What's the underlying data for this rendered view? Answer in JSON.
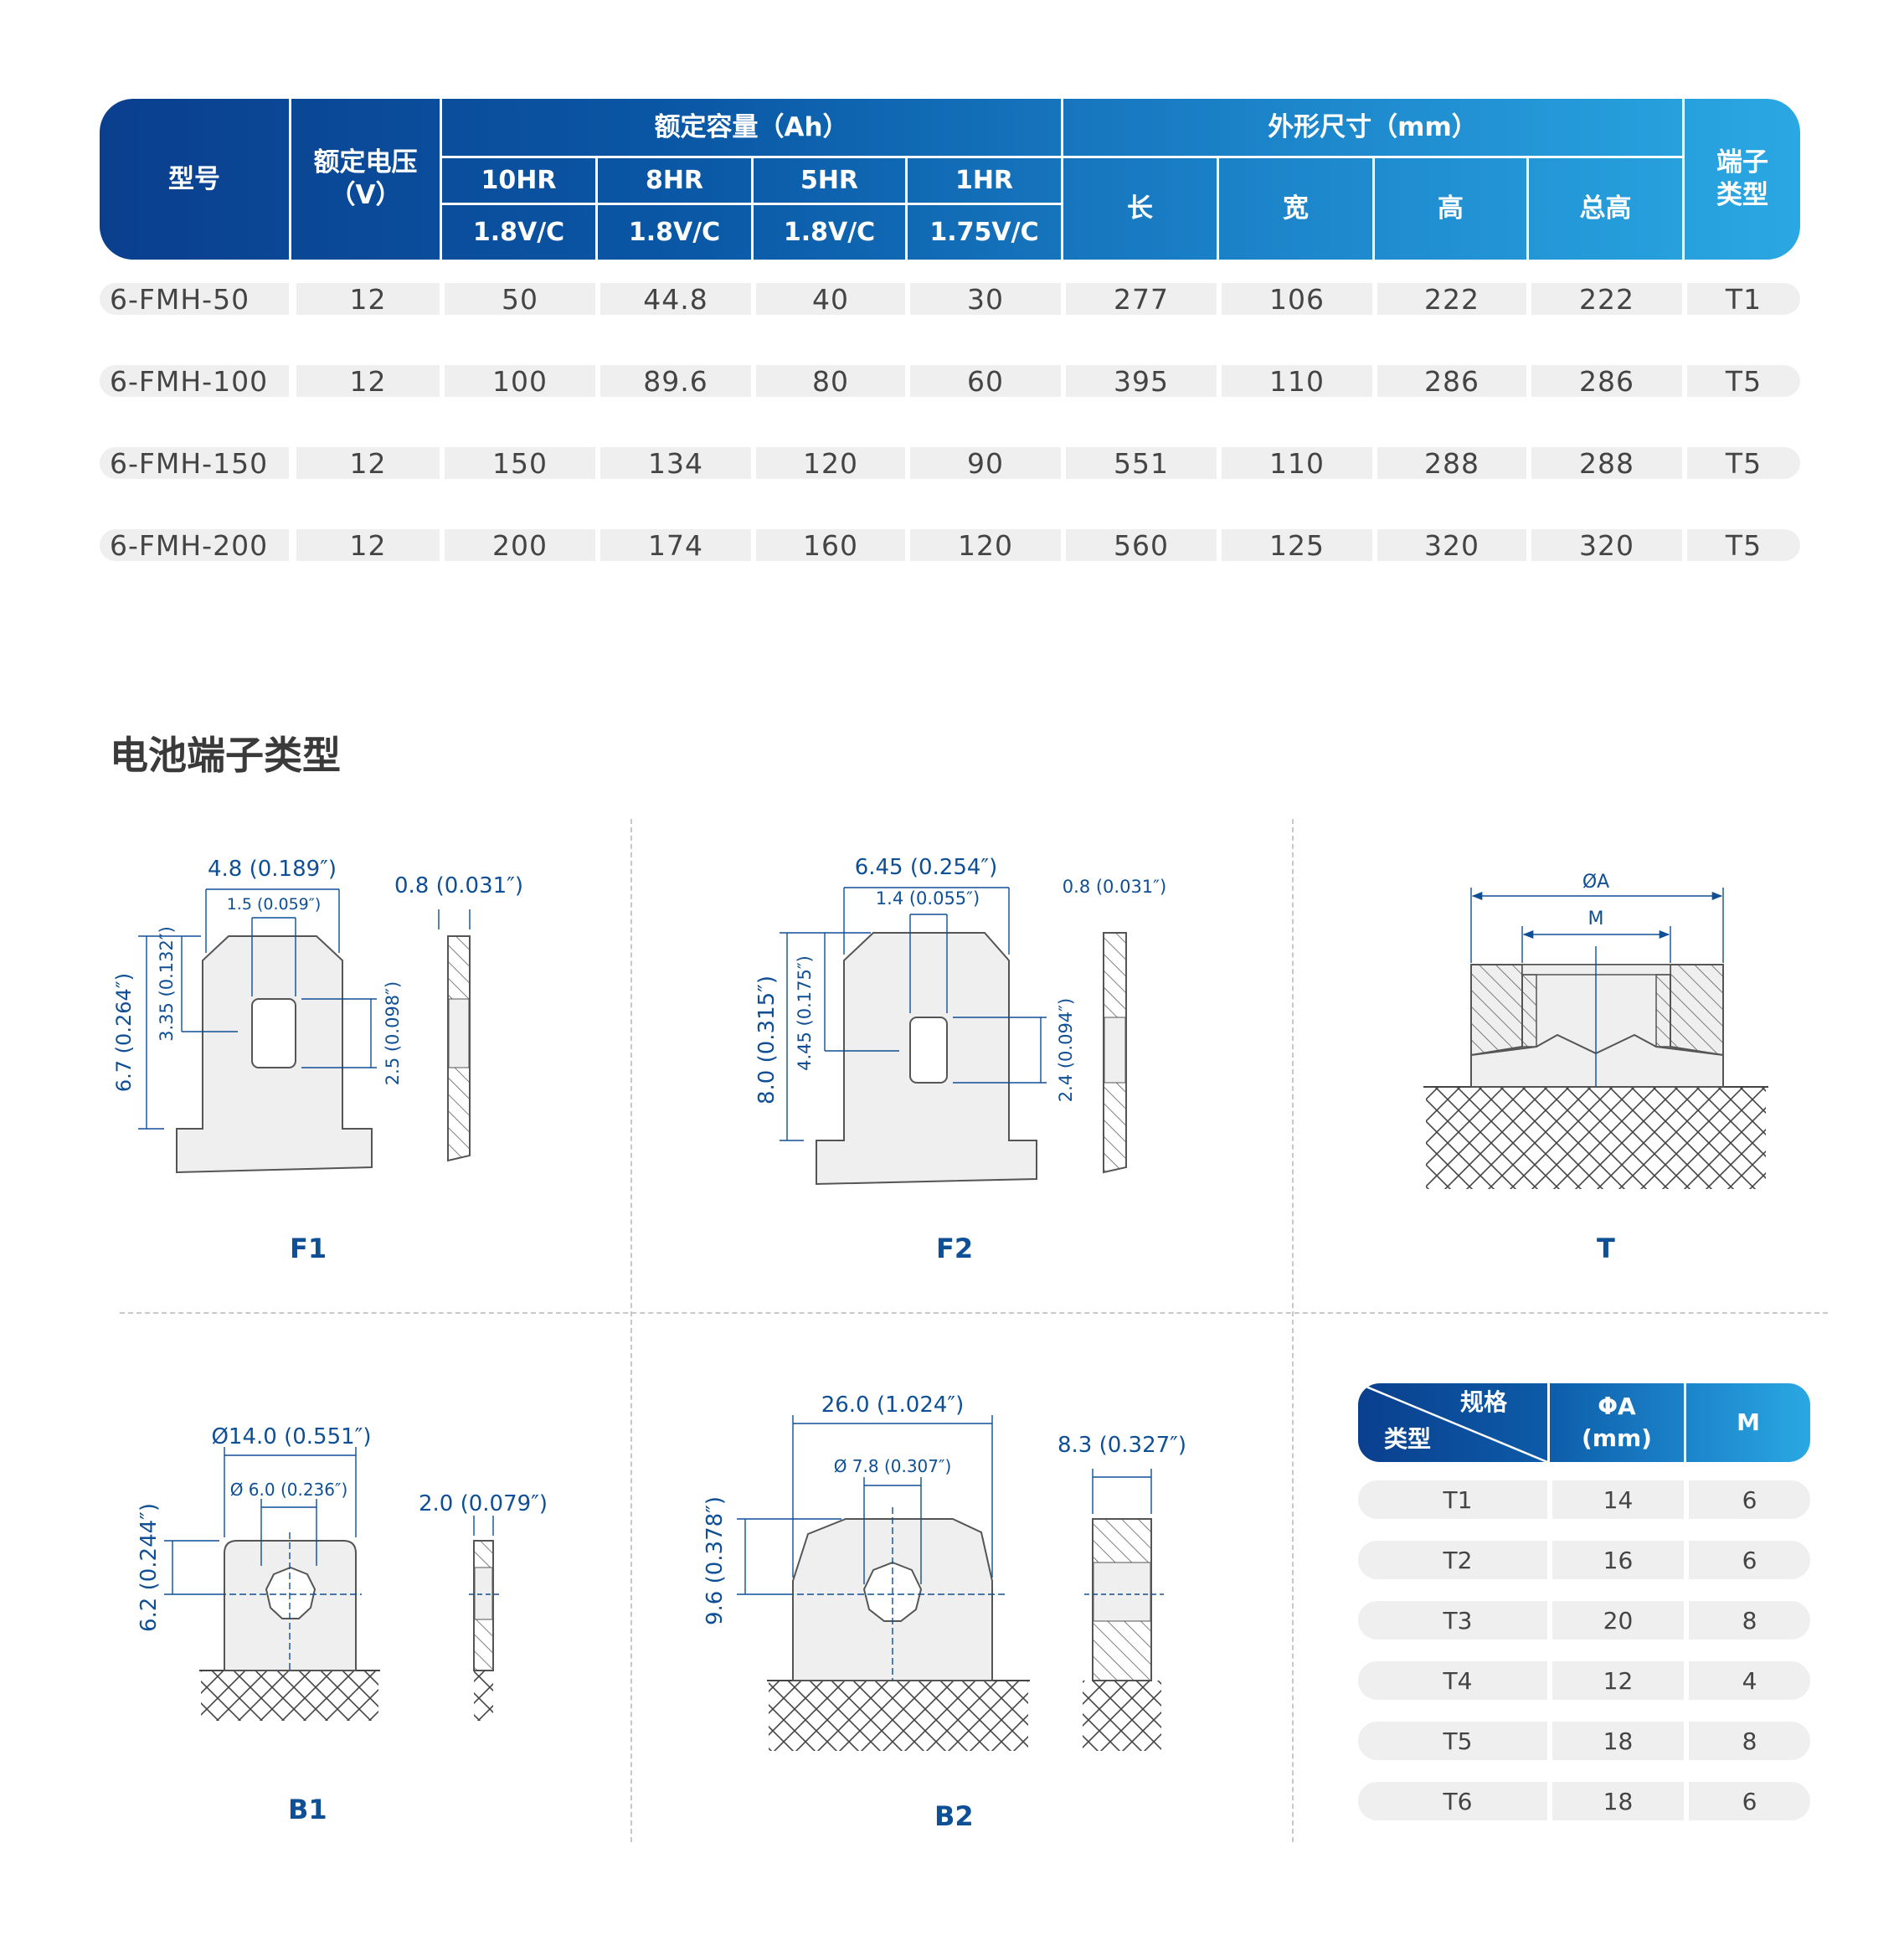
{
  "spec_table": {
    "headers": {
      "model": "型号",
      "rated_voltage": "额定电压",
      "rated_voltage_unit": "（V）",
      "rated_capacity": "额定容量（Ah）",
      "dimensions": "外形尺寸（mm）",
      "terminal_type": "端子\n类型",
      "rates": [
        "10HR",
        "8HR",
        "5HR",
        "1HR"
      ],
      "end_voltages": [
        "1.8V/C",
        "1.8V/C",
        "1.8V/C",
        "1.75V/C"
      ],
      "dim_cols": [
        "长",
        "宽",
        "高",
        "总高"
      ]
    },
    "rows": [
      [
        "6-FMH-50",
        "12",
        "50",
        "44.8",
        "40",
        "30",
        "277",
        "106",
        "222",
        "222",
        "T1"
      ],
      [
        "6-FMH-100",
        "12",
        "100",
        "89.6",
        "80",
        "60",
        "395",
        "110",
        "286",
        "286",
        "T5"
      ],
      [
        "6-FMH-150",
        "12",
        "150",
        "134",
        "120",
        "90",
        "551",
        "110",
        "288",
        "288",
        "T5"
      ],
      [
        "6-FMH-200",
        "12",
        "200",
        "174",
        "160",
        "120",
        "560",
        "125",
        "320",
        "320",
        "T5"
      ]
    ]
  },
  "section_title": "电池端子类型",
  "terminals": {
    "F1": {
      "label": "F1",
      "dims": [
        "4.8 (0.189″)",
        "1.5 (0.059″)",
        "0.8 (0.031″)",
        "6.7 (0.264″)",
        "3.35 (0.132″)",
        "2.5 (0.098″)"
      ]
    },
    "F2": {
      "label": "F2",
      "dims": [
        "6.45 (0.254″)",
        "1.4 (0.055″)",
        "0.8 (0.031″)",
        "8.0 (0.315″)",
        "4.45 (0.175″)",
        "2.4 (0.094″)"
      ]
    },
    "T": {
      "label": "T",
      "dims": [
        "ØA",
        "M"
      ]
    },
    "B1": {
      "label": "B1",
      "dims": [
        "Ø14.0 (0.551″)",
        "Ø 6.0 (0.236″)",
        "2.0 (0.079″)",
        "6.2 (0.244″)"
      ]
    },
    "B2": {
      "label": "B2",
      "dims": [
        "26.0 (1.024″)",
        "Ø 7.8 (0.307″)",
        "8.3 (0.327″)",
        "9.6 (0.378″)"
      ]
    }
  },
  "t_table": {
    "headers": {
      "spec": "规格",
      "type": "类型",
      "phiA": "ΦA",
      "phiA_unit": "(mm)",
      "m": "M"
    },
    "rows": [
      [
        "T1",
        "14",
        "6"
      ],
      [
        "T2",
        "16",
        "6"
      ],
      [
        "T3",
        "20",
        "8"
      ],
      [
        "T4",
        "12",
        "4"
      ],
      [
        "T5",
        "18",
        "8"
      ],
      [
        "T6",
        "18",
        "6"
      ]
    ]
  },
  "colors": {
    "brand_dark": "#0a3f8e",
    "brand_light": "#2aa8e3",
    "dim_line": "#0e4f95",
    "pill_bg": "#efefef"
  }
}
